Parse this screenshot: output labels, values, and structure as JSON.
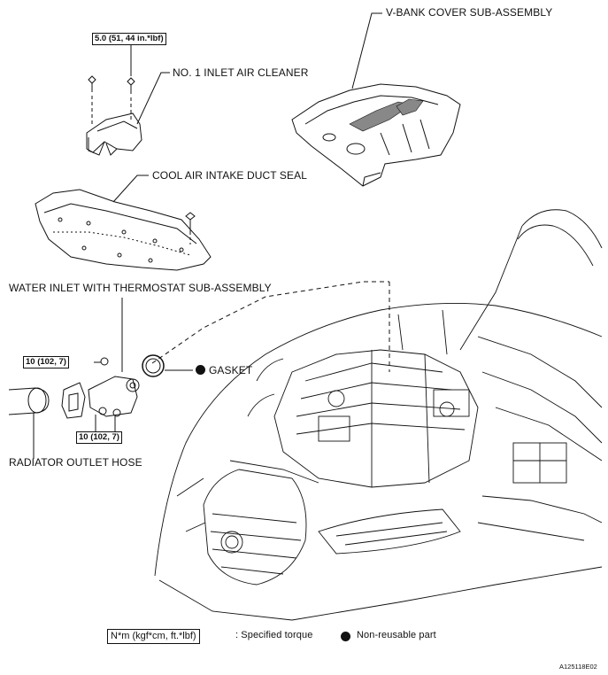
{
  "labels": {
    "vbank_cover": "V-BANK COVER SUB-ASSEMBLY",
    "inlet_air_cleaner": "NO. 1 INLET AIR CLEANER",
    "cool_air_duct_seal": "COOL AIR INTAKE DUCT SEAL",
    "water_inlet": "WATER INLET WITH THERMOSTAT SUB-ASSEMBLY",
    "gasket": "GASKET",
    "radiator_hose": "RADIATOR OUTLET HOSE"
  },
  "torque": {
    "cleaner_bolt": "5.0 (51, 44 in.*lbf)",
    "inlet_bolt_upper": "10 (102, 7)",
    "inlet_bolt_lower": "10 (102, 7)"
  },
  "legend": {
    "unit_box": "N*m (kgf*cm, ft.*lbf)",
    "unit_desc": ": Specified torque",
    "nonreusable": "Non-reusable part"
  },
  "figure_code": "A125118E02"
}
